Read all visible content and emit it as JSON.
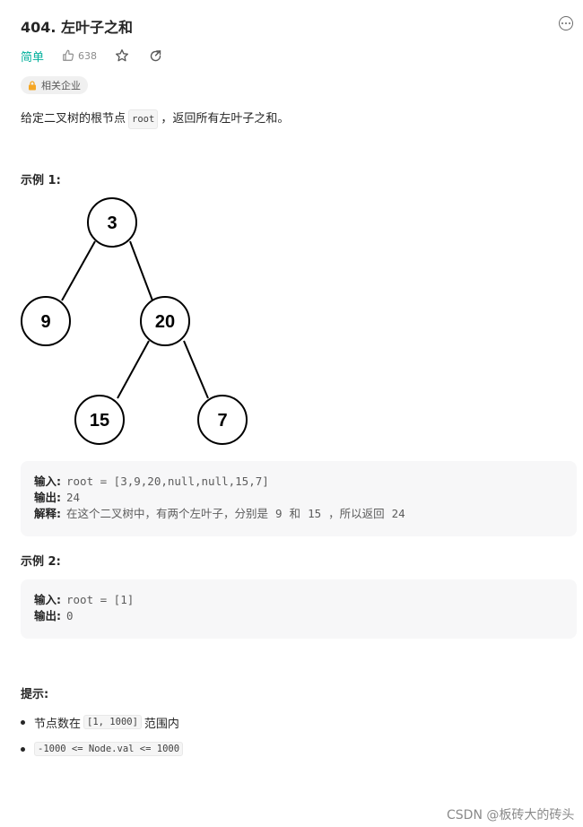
{
  "problem": {
    "title": "404. 左叶子之和",
    "difficulty": "简单",
    "likes": "638",
    "company_tag": "相关企业",
    "desc_before": "给定二叉树的根节点",
    "desc_code": "root",
    "desc_after": "，返回所有左叶子之和。"
  },
  "example1": {
    "heading": "示例 1:",
    "tree_nodes": [
      "3",
      "9",
      "20",
      "15",
      "7"
    ],
    "input_label": "输入:",
    "input_value": "root = [3,9,20,null,null,15,7]",
    "output_label": "输出:",
    "output_value": "24",
    "explain_label": "解释:",
    "explain_1": "在这个二叉树中，有两个左叶子，分别是",
    "explain_v1": "9",
    "explain_2": "和",
    "explain_v2": "15",
    "explain_3": "，所以返回",
    "explain_v3": "24"
  },
  "example2": {
    "heading": "示例 2:",
    "input_label": "输入:",
    "input_value": "root = [1]",
    "output_label": "输出:",
    "output_value": "0"
  },
  "hints": {
    "heading": "提示:",
    "item1_before": "节点数在",
    "item1_code": "[1, 1000]",
    "item1_after": "范围内",
    "item2_code": "-1000 <= Node.val <= 1000"
  },
  "watermark": "CSDN @板砖大的砖头",
  "colors": {
    "easy": "#00af9b",
    "code_bg": "#f7f7f8"
  }
}
